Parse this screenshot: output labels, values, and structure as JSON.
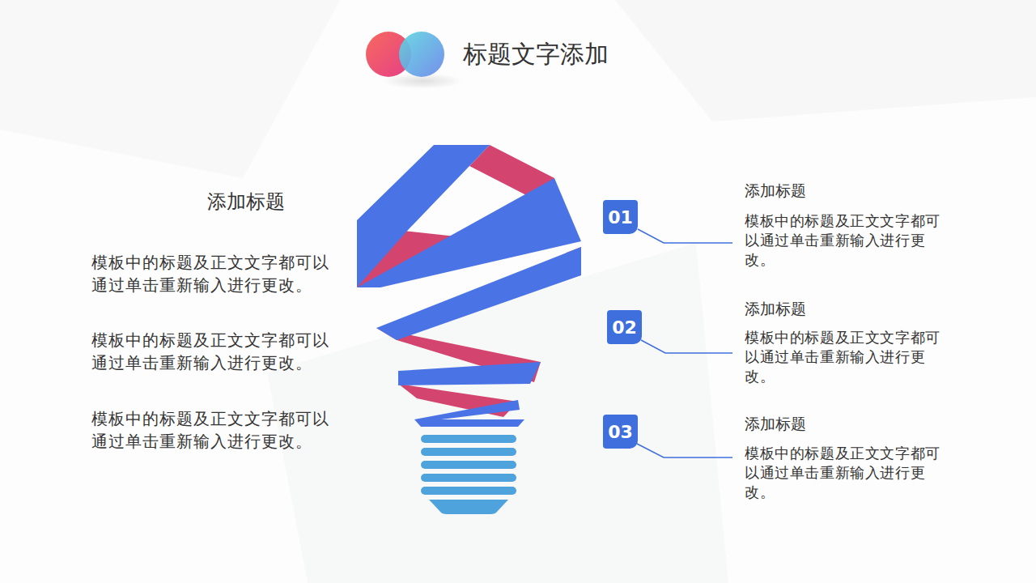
{
  "diagram": {
    "title": "标题文字添加",
    "nodes": [
      {
        "text": [
          "01"
        ]
      },
      {
        "text": [
          "02"
        ]
      },
      {
        "text": [
          "03"
        ]
      }
    ],
    "labels": [
      "添加标题",
      "模板中的标题及正文文字都可以通过单击重新输入进行更改。",
      "模板中的标题及正文文字都可以通过单击重新输入进行更改。",
      "模板中的标题及正文文字都可以通过单击重新输入进行更改。",
      "添加标题",
      "模板中的标题及正文文字都可以通过单击重新输入进行更改。",
      "添加标题",
      "模板中的标题及正文文字都可以通过单击重新输入进行更改。",
      "添加标题",
      "模板中的标题及正文文字都可以通过单击重新输入进行更改。"
    ]
  }
}
